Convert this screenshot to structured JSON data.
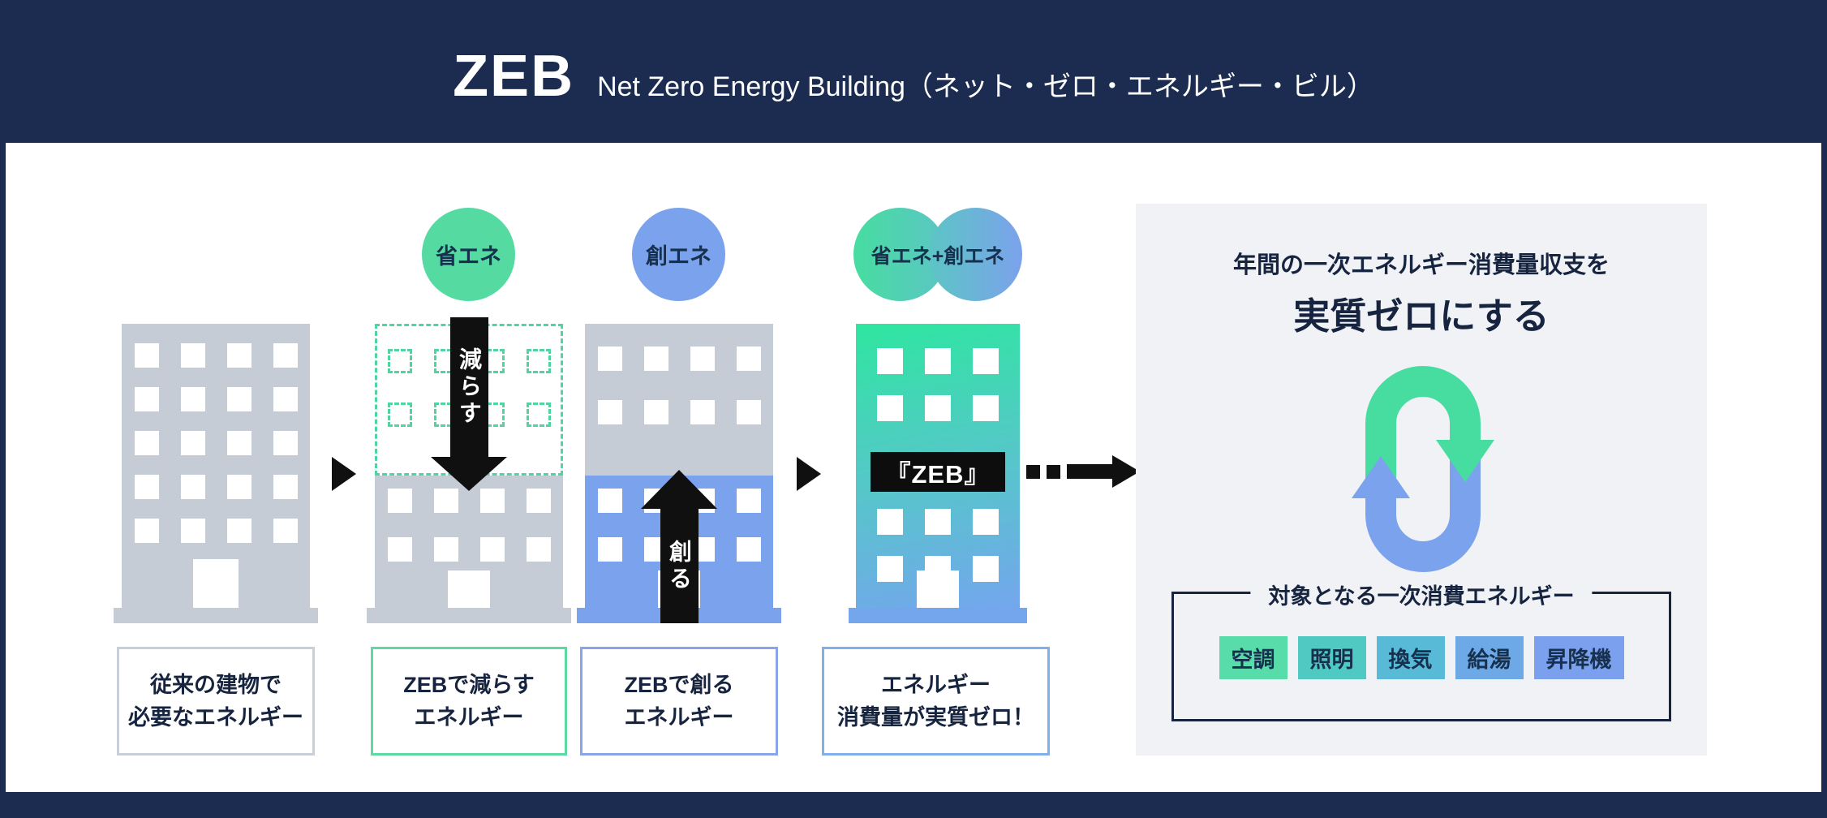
{
  "header": {
    "logo": "ZEB",
    "subtitle": "Net Zero Energy Building（ネット・ゼロ・エネルギー・ビル）"
  },
  "steps": [
    {
      "caption": "従来の建物で\n必要なエネルギー"
    },
    {
      "badge": "省エネ",
      "arrow_text": "減らす",
      "caption": "ZEBで減らす\nエネルギー"
    },
    {
      "badge": "創エネ",
      "arrow_text": "創る",
      "caption": "ZEBで創る\nエネルギー"
    },
    {
      "badge": "省エネ+創エネ",
      "building_label": "『ZEB』",
      "caption": "エネルギー\n消費量が実質ゼロ！"
    }
  ],
  "result_panel": {
    "heading_line1": "年間の一次エネルギー消費量収支を",
    "heading_line2": "実質ゼロにする",
    "box_title": "対象となる一次消費エネルギー",
    "energy_tags": [
      {
        "label": "空調",
        "color": "#58dcaa"
      },
      {
        "label": "照明",
        "color": "#4fc9c2"
      },
      {
        "label": "換気",
        "color": "#59bad8"
      },
      {
        "label": "給湯",
        "color": "#6ca9e6"
      },
      {
        "label": "昇降機",
        "color": "#7ba0ee"
      }
    ]
  },
  "colors": {
    "navy": "#1b2c50",
    "text_navy": "#17243f",
    "green": "#47dda0",
    "blue": "#7ba2ec",
    "building_gray": "#c6ccd6",
    "panel_bg": "#f0f2f6",
    "arrow_black": "#101010"
  }
}
